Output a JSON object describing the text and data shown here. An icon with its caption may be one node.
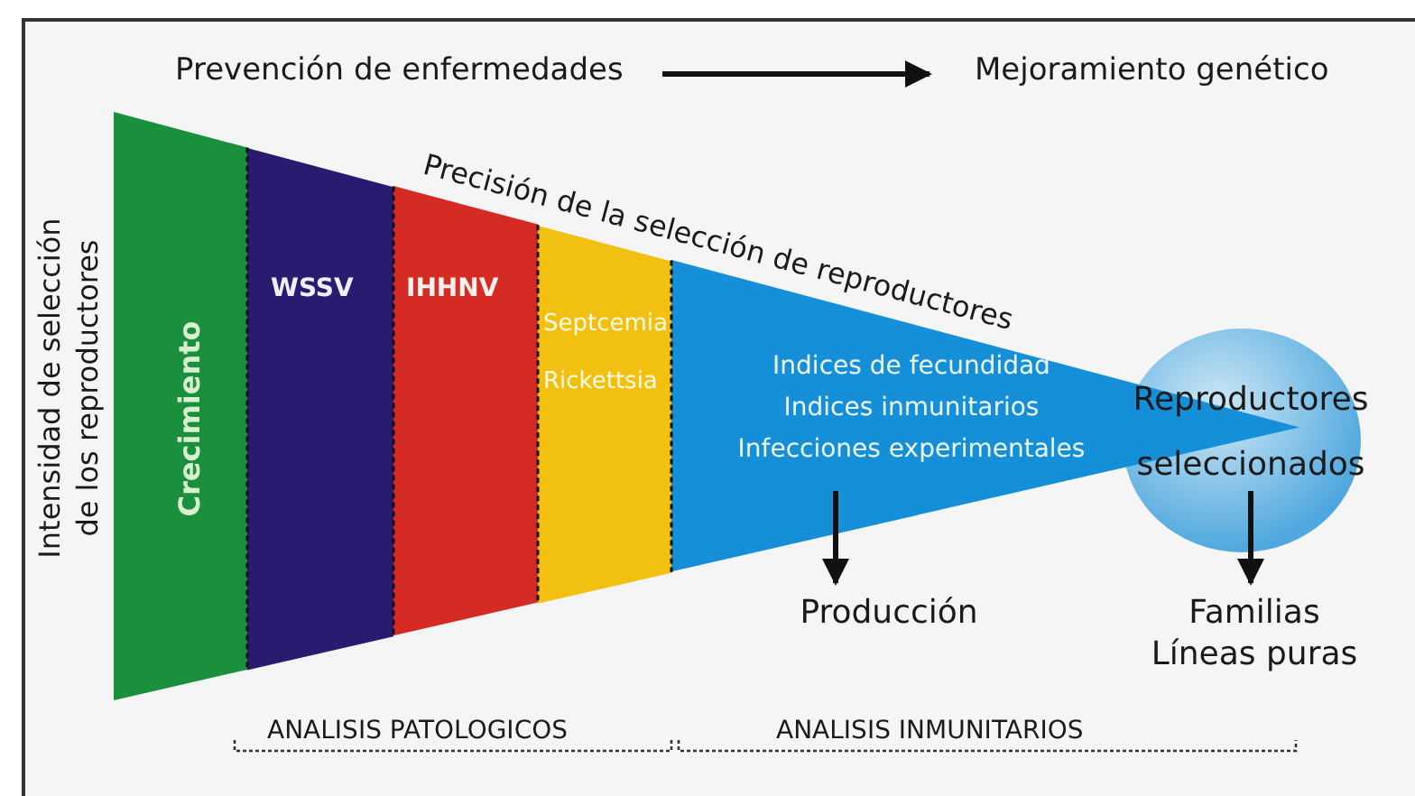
{
  "diagram": {
    "nodes": [
      {
        "text": [
          "Prevención de enfermedades"
        ]
      },
      {
        "text": [
          "Mejoramiento genético"
        ]
      },
      {
        "text": [
          "Crecimiento"
        ]
      },
      {
        "text": [
          "WSSV"
        ]
      },
      {
        "text": [
          "IHHNV"
        ]
      },
      {
        "text": [
          "Septcemia",
          "Rickettsia"
        ]
      },
      {
        "text": [
          "Indices de fecundidad",
          "Indices inmunitarios",
          "Infecciones experimentales"
        ]
      },
      {
        "text": [
          "Reproductores seleccionados"
        ]
      },
      {
        "text": [
          "Producción"
        ]
      },
      {
        "text": [
          "Familias",
          "Líneas puras"
        ]
      }
    ],
    "edges": [
      {
        "from": 0,
        "to": 1,
        "arrow": "to"
      },
      {
        "from": 6,
        "to": 8,
        "arrow": "to"
      },
      {
        "from": 7,
        "to": 9,
        "arrow": "to"
      }
    ],
    "labels": [
      "Intensidad de selección de los reproductores",
      "Precisión de la selección de reproductores",
      "ANALISIS PATOLOGICOS",
      "ANALISIS INMUNITARIOS"
    ]
  }
}
